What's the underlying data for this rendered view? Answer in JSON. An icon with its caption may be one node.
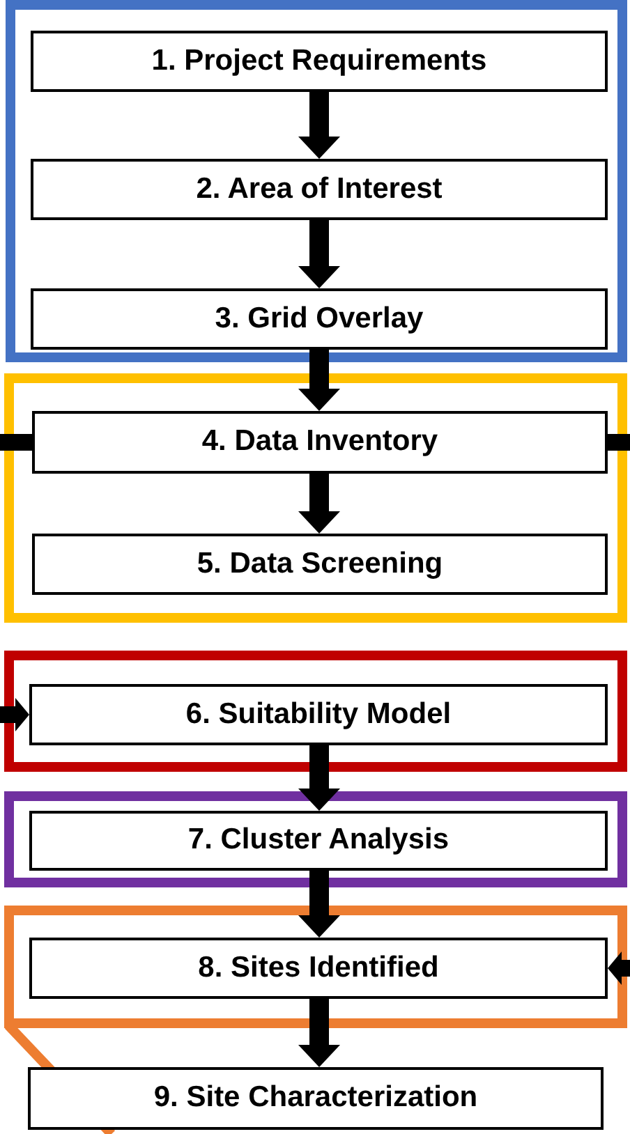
{
  "diagram": {
    "nodes": [
      {
        "text": [],
        "shape": "box"
      },
      {
        "text": [
          "1. Project Requirements"
        ],
        "in": 0
      },
      {
        "text": [
          "2. Area of Interest"
        ],
        "in": 0
      },
      {
        "text": [
          "3. Grid Overlay"
        ],
        "in": 0
      },
      {
        "text": [],
        "shape": "box"
      },
      {
        "text": [
          "4. Data Inventory"
        ],
        "in": 4
      },
      {
        "text": [
          "5. Data Screening"
        ],
        "in": 4
      },
      {
        "text": [],
        "shape": "box"
      },
      {
        "text": [
          "6. Suitability Model"
        ],
        "in": 7
      },
      {
        "text": [],
        "shape": "box"
      },
      {
        "text": [
          "7. Cluster Analysis"
        ],
        "in": 9
      },
      {
        "text": [],
        "shape": "box"
      },
      {
        "text": [
          "8. Sites Identified"
        ],
        "in": 11
      },
      {
        "text": [
          "9. Site Characterization"
        ]
      }
    ],
    "edges": [
      {
        "from": 1,
        "to": 2,
        "arrow": "to"
      },
      {
        "from": 2,
        "to": 3,
        "arrow": "to"
      },
      {
        "from": 3,
        "to": 5,
        "arrow": "to"
      },
      {
        "from": null,
        "to": 5,
        "arrow": "none"
      },
      {
        "from": null,
        "to": 5,
        "arrow": "none"
      },
      {
        "from": 5,
        "to": 6,
        "arrow": "to"
      },
      {
        "from": null,
        "to": 8,
        "arrow": "to"
      },
      {
        "from": 8,
        "to": 10,
        "arrow": "to"
      },
      {
        "from": 10,
        "to": 12,
        "arrow": "to"
      },
      {
        "from": null,
        "to": 12,
        "arrow": "to"
      },
      {
        "from": 12,
        "to": 13,
        "arrow": "to"
      }
    ]
  }
}
